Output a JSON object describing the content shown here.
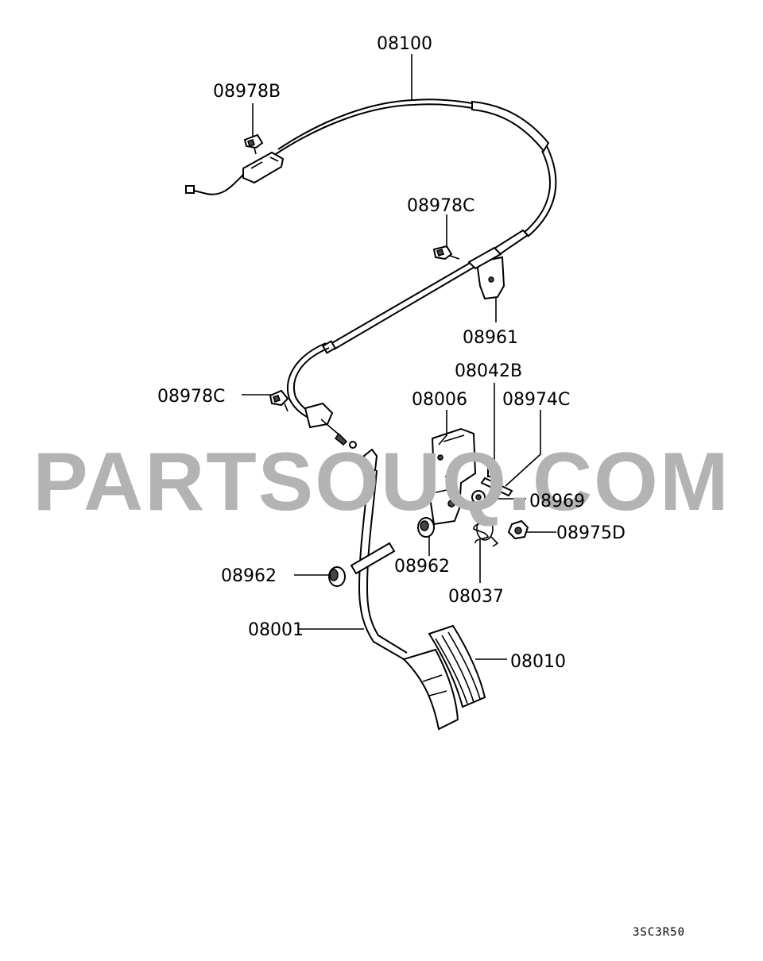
{
  "diagram": {
    "watermark": "PARTSOUQ.COM",
    "figure_code": "3SC3R50",
    "labels": {
      "l08100": "08100",
      "l08978B": "08978B",
      "l08978C_top": "08978C",
      "l08961": "08961",
      "l08042B": "08042B",
      "l08006": "08006",
      "l08974C": "08974C",
      "l08978C_left": "08978C",
      "l08969": "08969",
      "l08975D": "08975D",
      "l08962_right": "08962",
      "l08037": "08037",
      "l08962_left": "08962",
      "l08001": "08001",
      "l08010": "08010"
    }
  }
}
